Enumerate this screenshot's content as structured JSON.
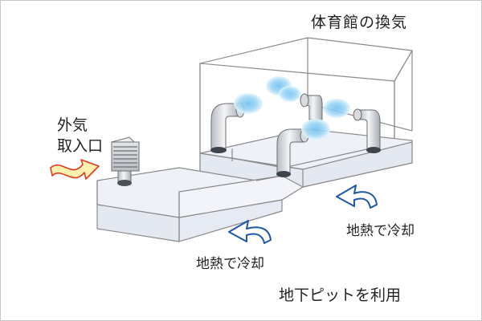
{
  "labels": {
    "title": "体育館の換気",
    "intake_line1": "外気",
    "intake_line2": "取入口",
    "cooling_right": "地熱で冷却",
    "cooling_left": "地熱で冷却",
    "pit": "地下ピットを利用"
  },
  "colors": {
    "outline": "#8a8a8a",
    "pit_fill": "#eef1f7",
    "air_blue": "#7fc7ef",
    "cool_arrow": "#1e58a8",
    "warm_arrow_fill": "#fff2b0",
    "warm_arrow_stroke": "#e03a1e",
    "duct_gray": "#cfd2d6"
  },
  "icons": {
    "warm_air": "warm-air-arrow-icon",
    "cool_air": "cool-air-arrow-icon",
    "vent": "intake-louver-icon",
    "duct": "elbow-duct-icon"
  }
}
